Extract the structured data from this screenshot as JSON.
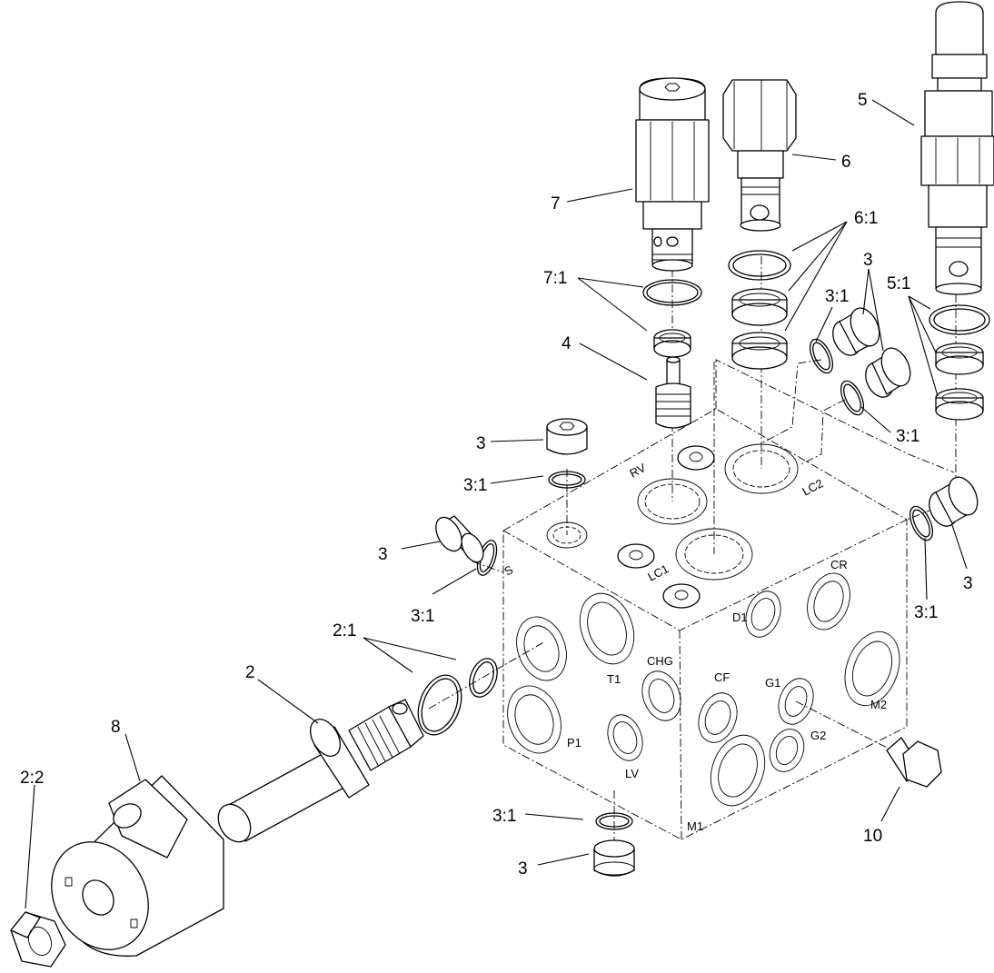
{
  "callouts": {
    "c_2_2": "2:2",
    "c_8": "8",
    "c_2": "2",
    "c_2_1": "2:1",
    "c_3_s": "3",
    "c_3_1_s": "3:1",
    "c_3_top": "3",
    "c_3_1_top": "3:1",
    "c_4": "4",
    "c_7_1": "7:1",
    "c_7": "7",
    "c_6": "6",
    "c_6_1": "6:1",
    "c_5": "5",
    "c_5_1": "5:1",
    "c_3_r1": "3",
    "c_3_1_r1": "3:1",
    "c_3_1_r2": "3:1",
    "c_3_1_right": "3:1",
    "c_3_right": "3",
    "c_10": "10",
    "c_3_1_bottom": "3:1",
    "c_3_bottom": "3"
  },
  "ports": {
    "rv": "RV",
    "lc2": "LC2",
    "lc1": "LC1",
    "s": "S",
    "cr": "CR",
    "d1": "D1",
    "t1": "T1",
    "chg": "CHG",
    "cf": "CF",
    "g1": "G1",
    "m2": "M2",
    "g2": "G2",
    "p1": "P1",
    "lv": "LV",
    "m1": "M1"
  }
}
